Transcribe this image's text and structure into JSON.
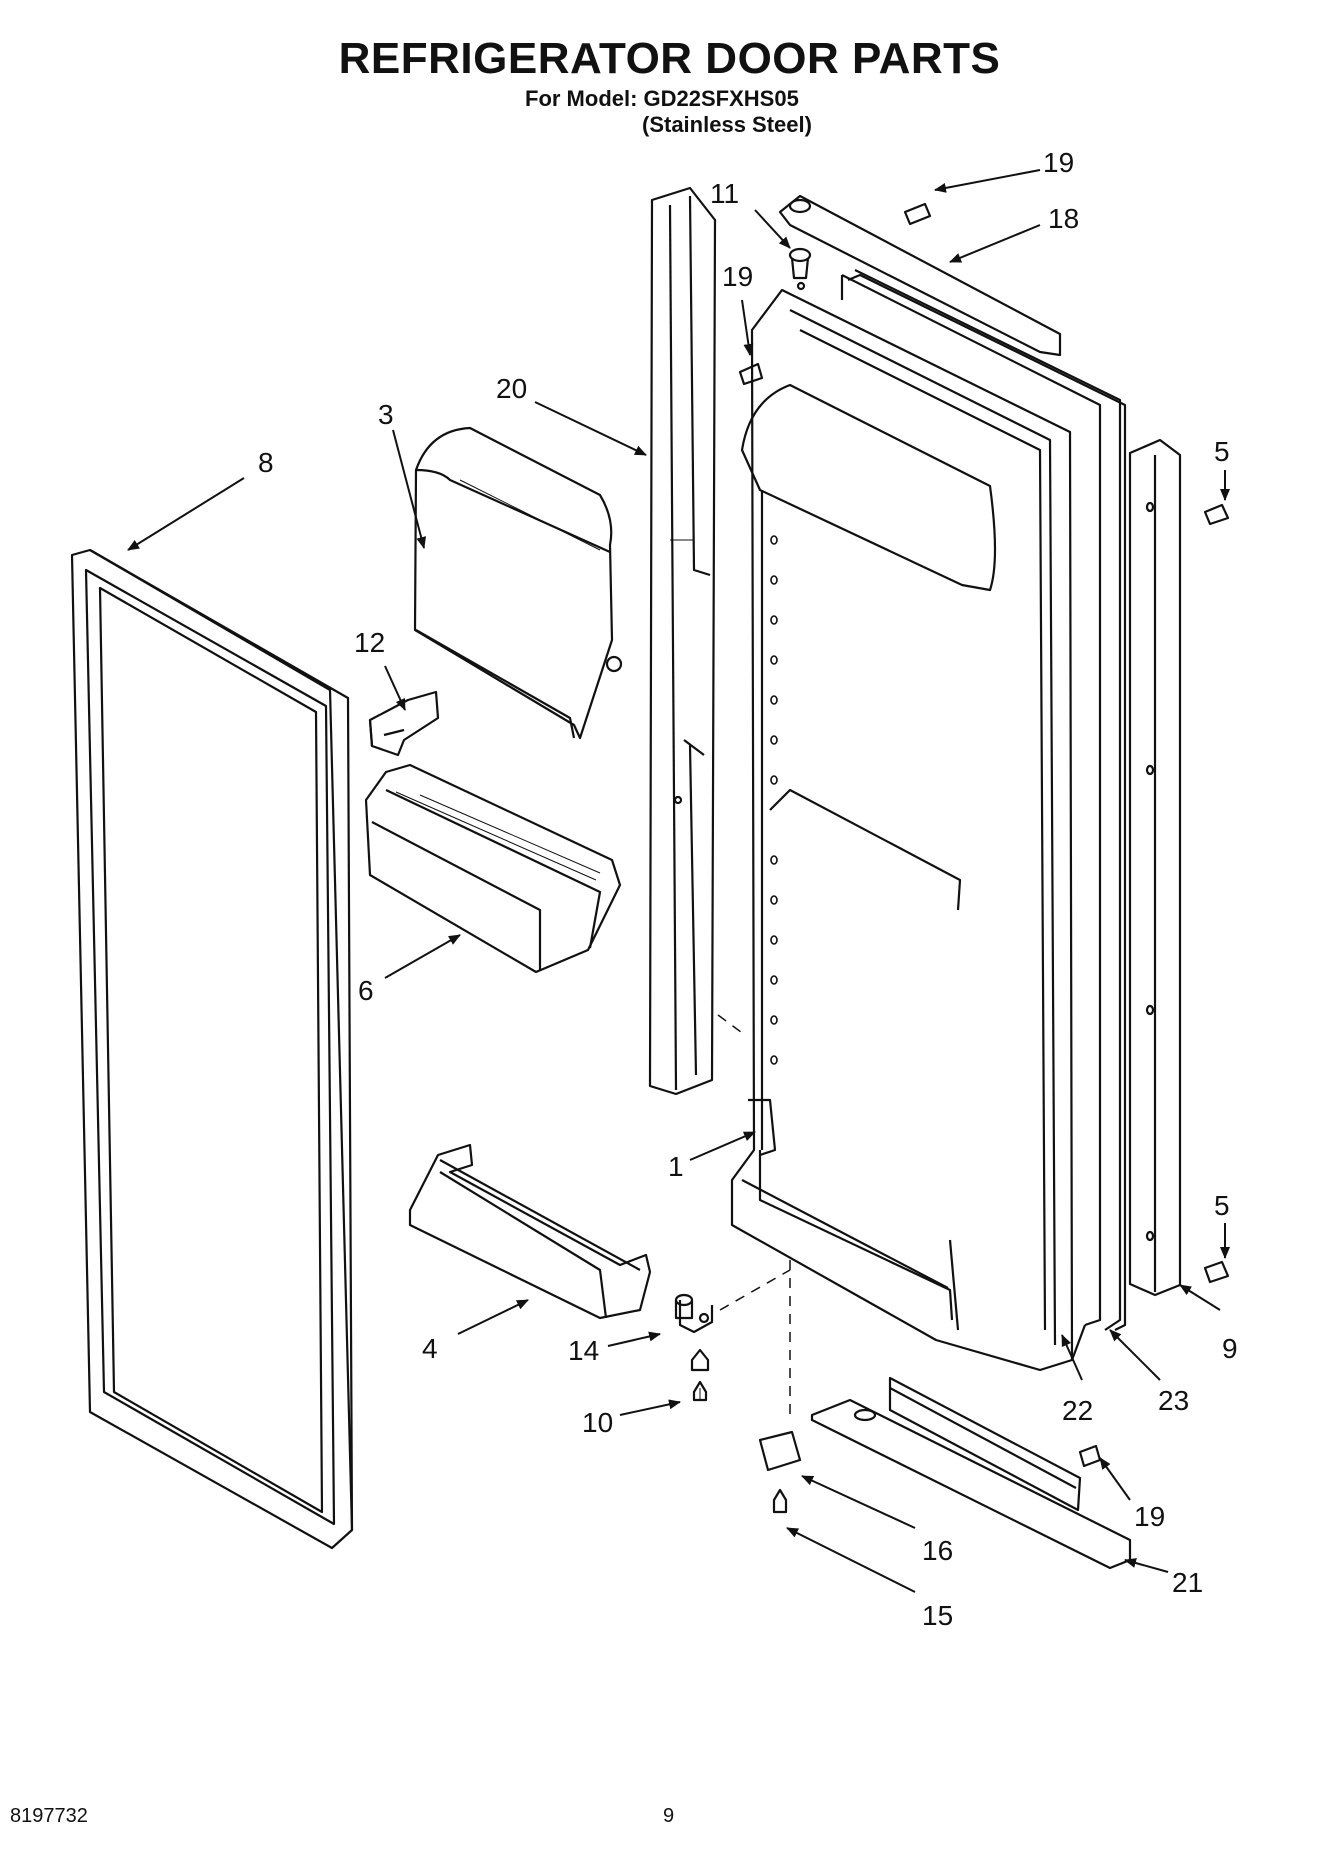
{
  "header": {
    "title": "REFRIGERATOR DOOR PARTS",
    "model_line": "For Model: GD22SFXHS05",
    "finish_line": "(Stainless Steel)"
  },
  "footer": {
    "part_number": "8197732",
    "page_number": "9"
  },
  "callouts": [
    {
      "id": "c19a",
      "label": "19"
    },
    {
      "id": "c18",
      "label": "18"
    },
    {
      "id": "c11",
      "label": "11"
    },
    {
      "id": "c19b",
      "label": "19"
    },
    {
      "id": "c20",
      "label": "20"
    },
    {
      "id": "c3",
      "label": "3"
    },
    {
      "id": "c8",
      "label": "8"
    },
    {
      "id": "c5a",
      "label": "5"
    },
    {
      "id": "c12",
      "label": "12"
    },
    {
      "id": "c6",
      "label": "6"
    },
    {
      "id": "c1",
      "label": "1"
    },
    {
      "id": "c5b",
      "label": "5"
    },
    {
      "id": "c4",
      "label": "4"
    },
    {
      "id": "c14",
      "label": "14"
    },
    {
      "id": "c9",
      "label": "9"
    },
    {
      "id": "c22",
      "label": "22"
    },
    {
      "id": "c23",
      "label": "23"
    },
    {
      "id": "c10",
      "label": "10"
    },
    {
      "id": "c19c",
      "label": "19"
    },
    {
      "id": "c16",
      "label": "16"
    },
    {
      "id": "c21",
      "label": "21"
    },
    {
      "id": "c15",
      "label": "15"
    }
  ]
}
